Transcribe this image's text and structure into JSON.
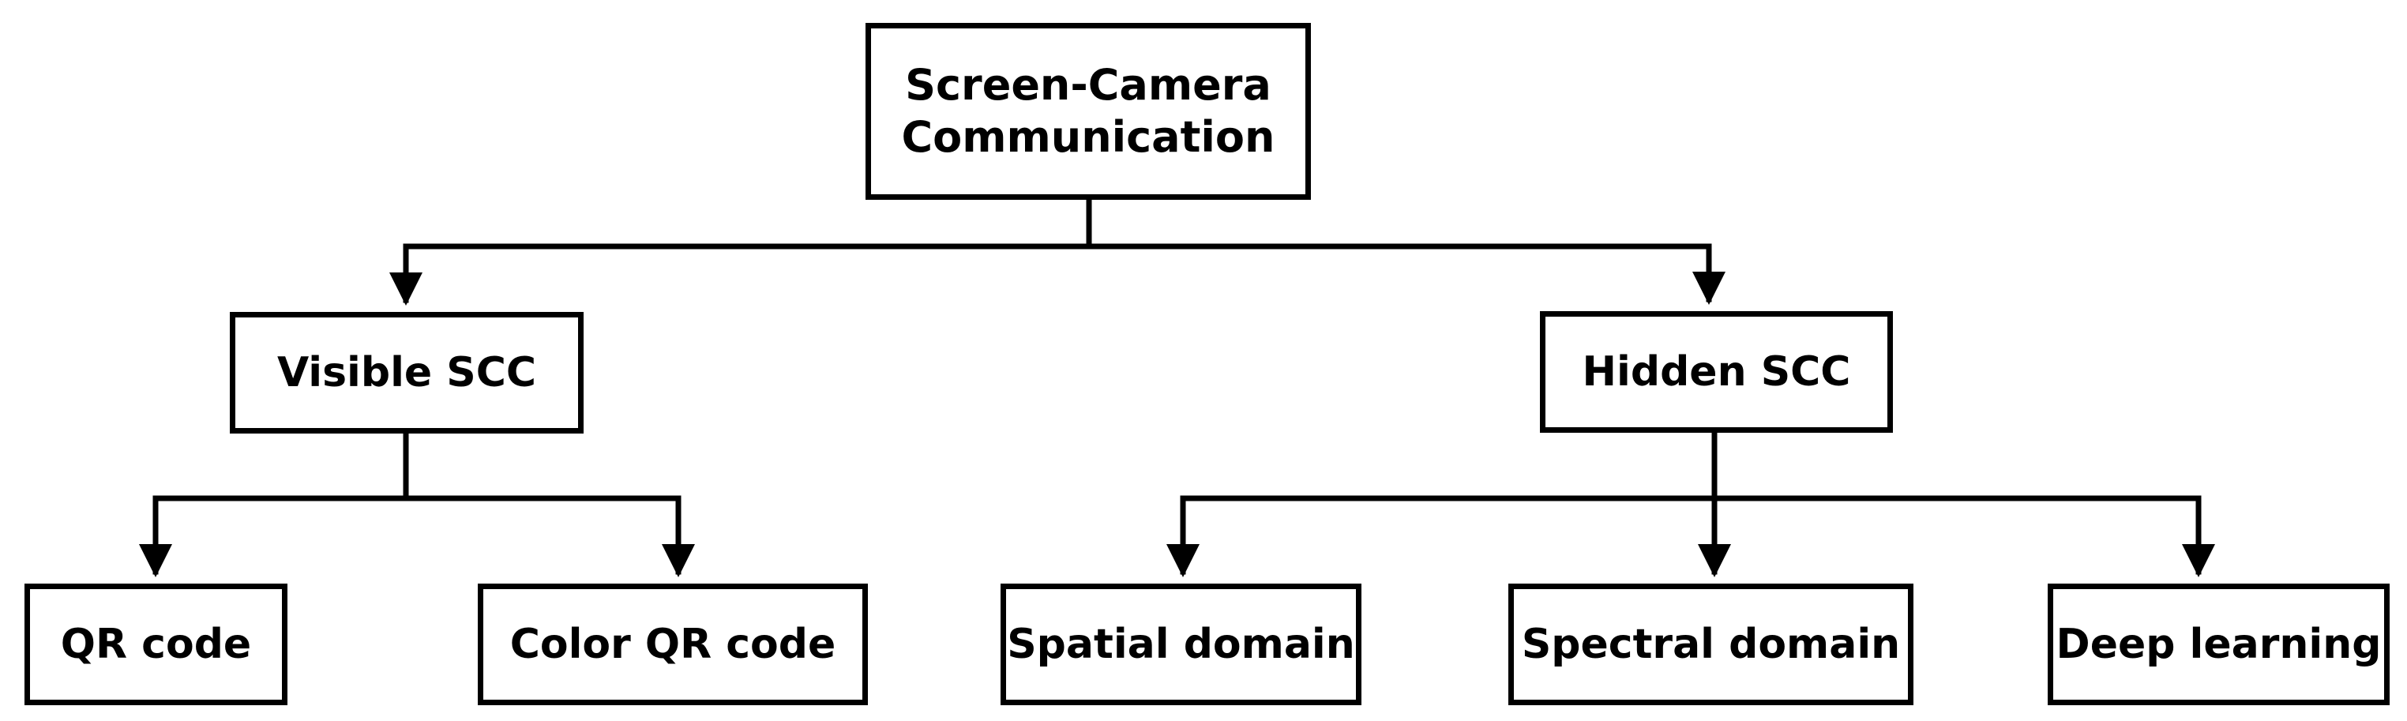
{
  "root": {
    "line1": "Screen-Camera",
    "line2": "Communication"
  },
  "level1": [
    {
      "label": "Visible SCC"
    },
    {
      "label": "Hidden SCC"
    }
  ],
  "visible_children": [
    {
      "label": "QR code"
    },
    {
      "label": "Color QR code"
    }
  ],
  "hidden_children": [
    {
      "label": "Spatial domain"
    },
    {
      "label": "Spectral domain"
    },
    {
      "label": "Deep learning"
    }
  ],
  "colors": {
    "stroke": "#000000",
    "fill": "#ffffff",
    "text": "#000000"
  }
}
